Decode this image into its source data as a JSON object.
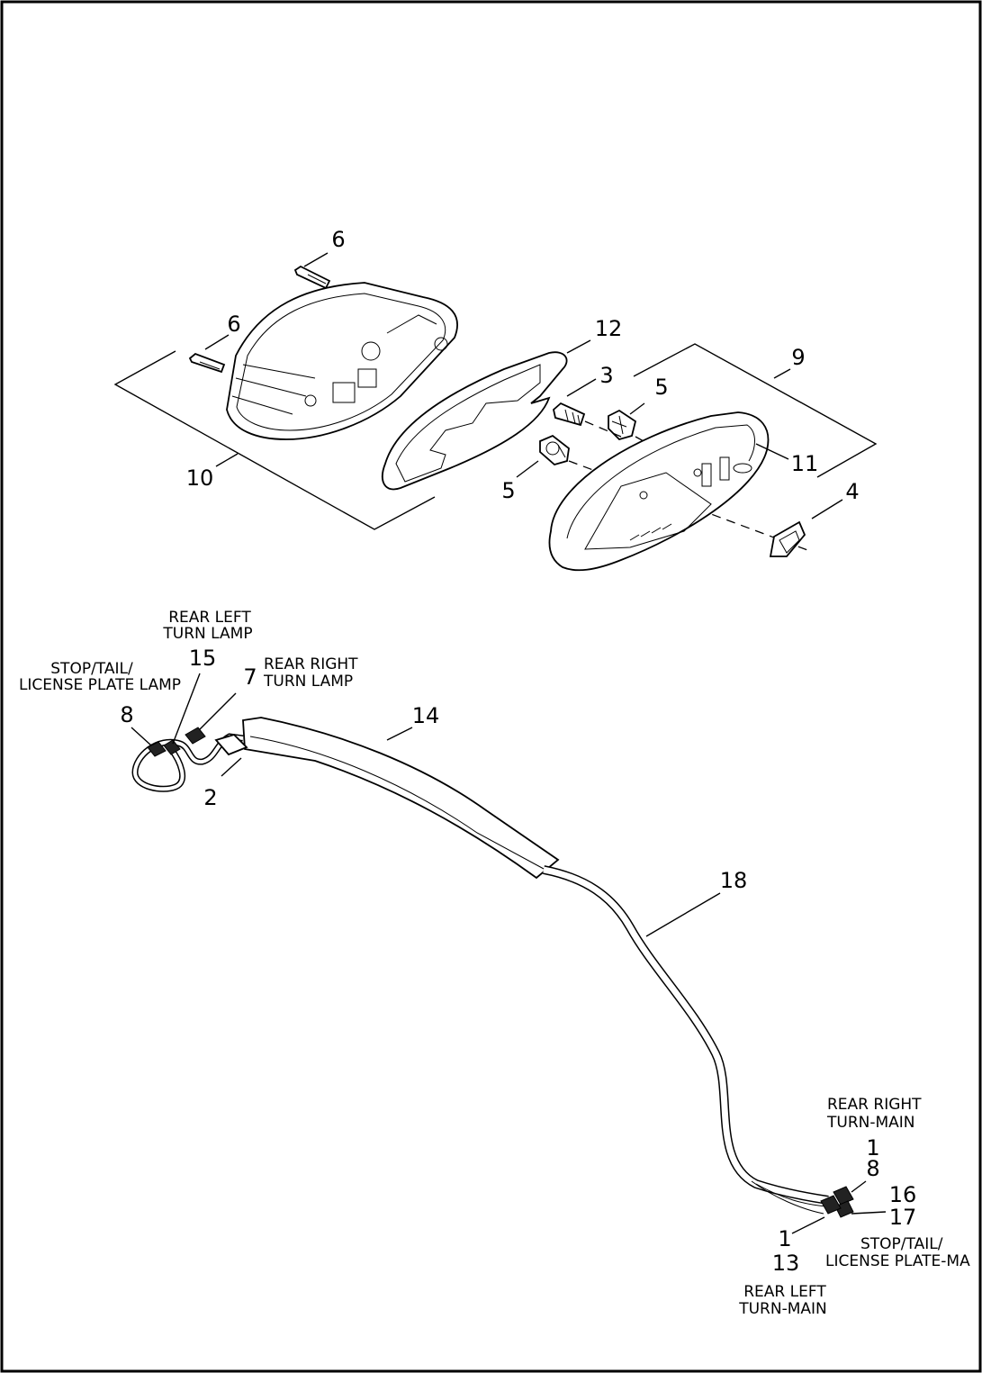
{
  "callouts": {
    "c6a": "6",
    "c6b": "6",
    "c12": "12",
    "c9": "9",
    "c3": "3",
    "c5a": "5",
    "c5b": "5",
    "c10": "10",
    "c11": "11",
    "c4": "4",
    "c15": "15",
    "c7": "7",
    "c8a": "8",
    "c14": "14",
    "c2": "2",
    "c18": "18",
    "c1a": "1",
    "c8b": "8",
    "c16": "16",
    "c17": "17",
    "c1b": "1",
    "c13": "13"
  },
  "labels": {
    "rear_left_turn_lamp": [
      "REAR LEFT",
      "TURN LAMP"
    ],
    "stop_tail_license_plate_lamp": [
      "STOP/TAIL/",
      "LICENSE PLATE LAMP"
    ],
    "rear_right_turn_lamp": [
      "REAR RIGHT",
      "TURN LAMP"
    ],
    "rear_right_turn_main": [
      "REAR RIGHT",
      "TURN-MAIN"
    ],
    "stop_tail_license_plate_main": [
      "STOP/TAIL/",
      "LICENSE PLATE-MA"
    ],
    "rear_left_turn_main": [
      "REAR LEFT",
      "TURN-MAIN"
    ]
  }
}
